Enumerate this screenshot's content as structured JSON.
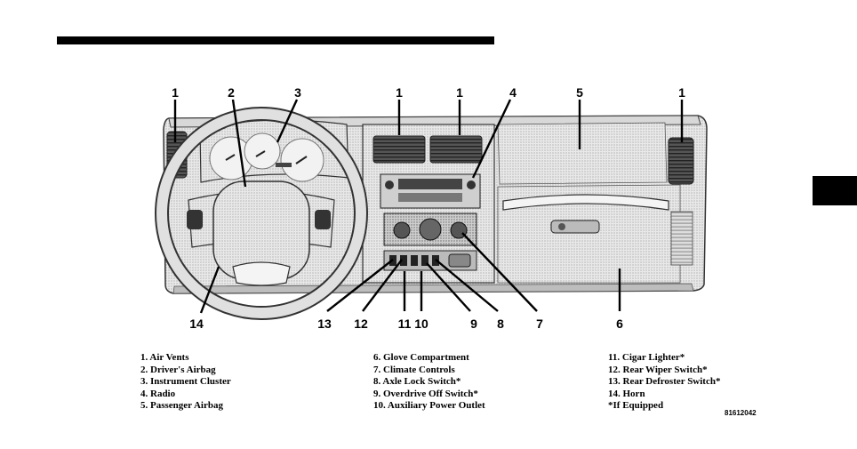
{
  "figure": {
    "callouts": {
      "air_vent_left": "1",
      "drivers_airbag": "2",
      "instrument_cluster": "3",
      "air_vent_center_left": "1",
      "air_vent_center_right": "1",
      "radio": "4",
      "passenger_airbag": "5",
      "air_vent_right": "1",
      "horn": "14",
      "rear_defroster": "13",
      "rear_wiper": "12",
      "cigar_lighter": "11",
      "power_outlet": "10",
      "overdrive_off": "9",
      "axle_lock": "8",
      "climate_controls": "7",
      "glove_compartment": "6"
    },
    "code": "81612042"
  },
  "legend": {
    "col1": [
      "1. Air Vents",
      "2. Driver's Airbag",
      "3. Instrument Cluster",
      "4. Radio",
      "5. Passenger Airbag"
    ],
    "col2": [
      "6. Glove Compartment",
      "7. Climate Controls",
      "8. Axle Lock Switch*",
      "9. Overdrive Off Switch*",
      "10. Auxiliary Power Outlet"
    ],
    "col3": [
      "11. Cigar Lighter*",
      "12. Rear Wiper Switch*",
      "13. Rear Defroster Switch*",
      "14. Horn",
      "*If Equipped"
    ]
  }
}
